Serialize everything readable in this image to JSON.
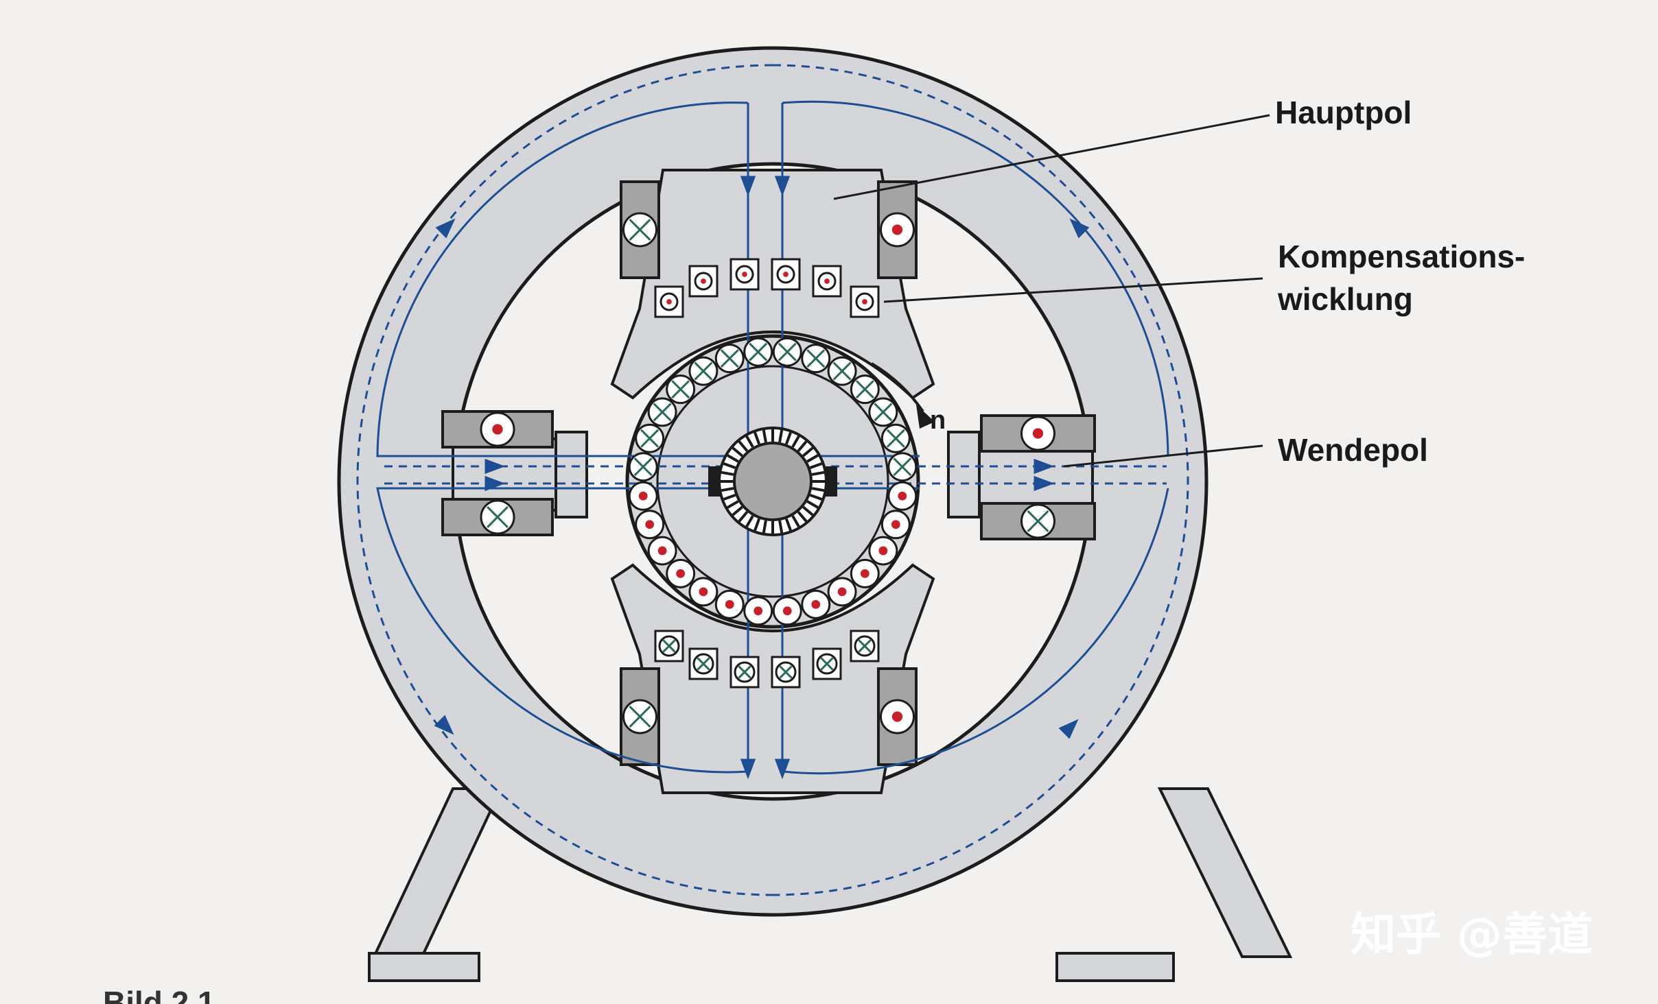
{
  "labels": {
    "main_pole": "Hauptpol",
    "compensation_line1": "Kompensations-",
    "compensation_line2": "wicklung",
    "interpole": "Wendepol",
    "rotation": "n"
  },
  "watermark": "知乎 @善道",
  "caption_fragment": "Bild 2.1",
  "colors": {
    "frame": "#d4d6da",
    "outline": "#1c1c1c",
    "flux": "#1d4e93",
    "coil": "#a4a4a4",
    "dot": "#c8202a",
    "page": "#f2f1ef"
  }
}
